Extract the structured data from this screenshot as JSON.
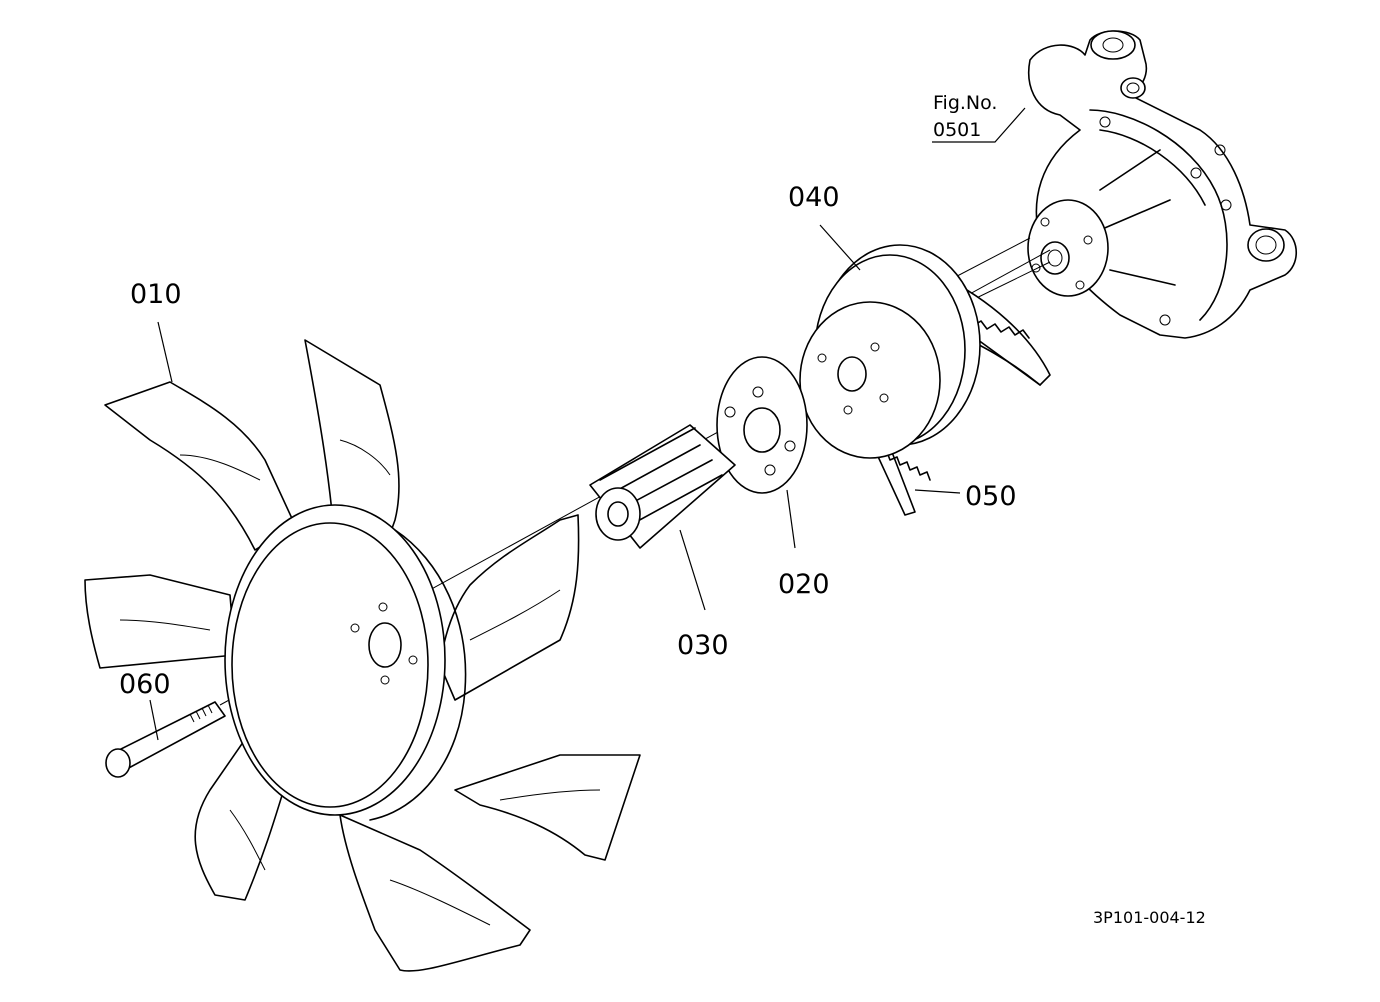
{
  "parts": [
    {
      "id": "fan",
      "label": "010"
    },
    {
      "id": "spacer-plate",
      "label": "020"
    },
    {
      "id": "fan-spacer",
      "label": "030"
    },
    {
      "id": "pulley",
      "label": "040"
    },
    {
      "id": "v-belt",
      "label": "050"
    },
    {
      "id": "bolt",
      "label": "060"
    }
  ],
  "figure_reference": {
    "line1": "Fig.No.",
    "line2": "0501"
  },
  "drawing_code": "3P101-004-12",
  "colors": {
    "line": "#000000",
    "background": "#ffffff"
  }
}
